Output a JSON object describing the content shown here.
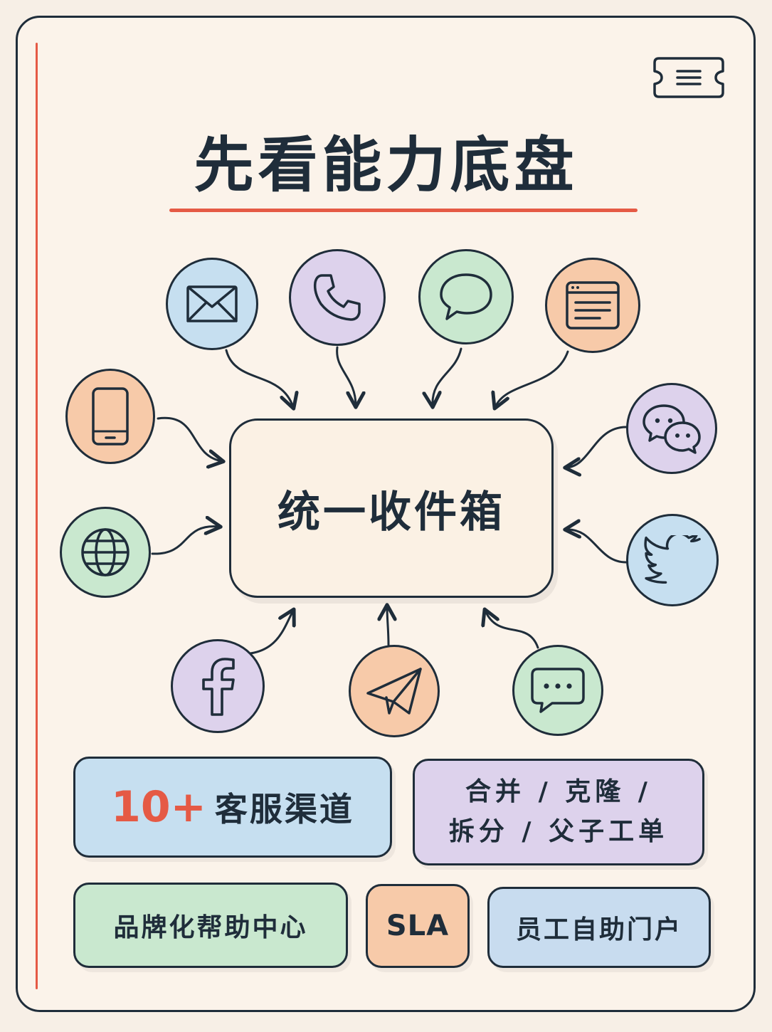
{
  "title": "先看能力底盘",
  "hub": {
    "label": "统一收件箱"
  },
  "channels": [
    {
      "name": "email",
      "icon": "envelope-icon"
    },
    {
      "name": "phone",
      "icon": "phone-icon"
    },
    {
      "name": "chat",
      "icon": "chat-bubble-icon"
    },
    {
      "name": "web-form",
      "icon": "browser-window-icon"
    },
    {
      "name": "mobile",
      "icon": "smartphone-icon"
    },
    {
      "name": "wechat",
      "icon": "wechat-icon"
    },
    {
      "name": "web",
      "icon": "globe-icon"
    },
    {
      "name": "twitter",
      "icon": "twitter-bird-icon"
    },
    {
      "name": "facebook",
      "icon": "facebook-icon"
    },
    {
      "name": "telegram",
      "icon": "paper-plane-icon"
    },
    {
      "name": "messaging",
      "icon": "message-dots-icon"
    }
  ],
  "features": {
    "channels_count": "10+",
    "channels_label": "客服渠道",
    "ticket_ops_line1": "合并 / 克隆 /",
    "ticket_ops_line2": "拆分 / 父子工单",
    "help_center": "品牌化帮助中心",
    "sla": "SLA",
    "employee_portal": "员工自助门户"
  },
  "colors": {
    "accent": "#e55a45",
    "ink": "#1f2d3a",
    "background": "#fbf3ea",
    "blue": "#c6dff0",
    "purple": "#ddd2ec",
    "green": "#c9e8cf",
    "orange": "#f7caa9"
  }
}
